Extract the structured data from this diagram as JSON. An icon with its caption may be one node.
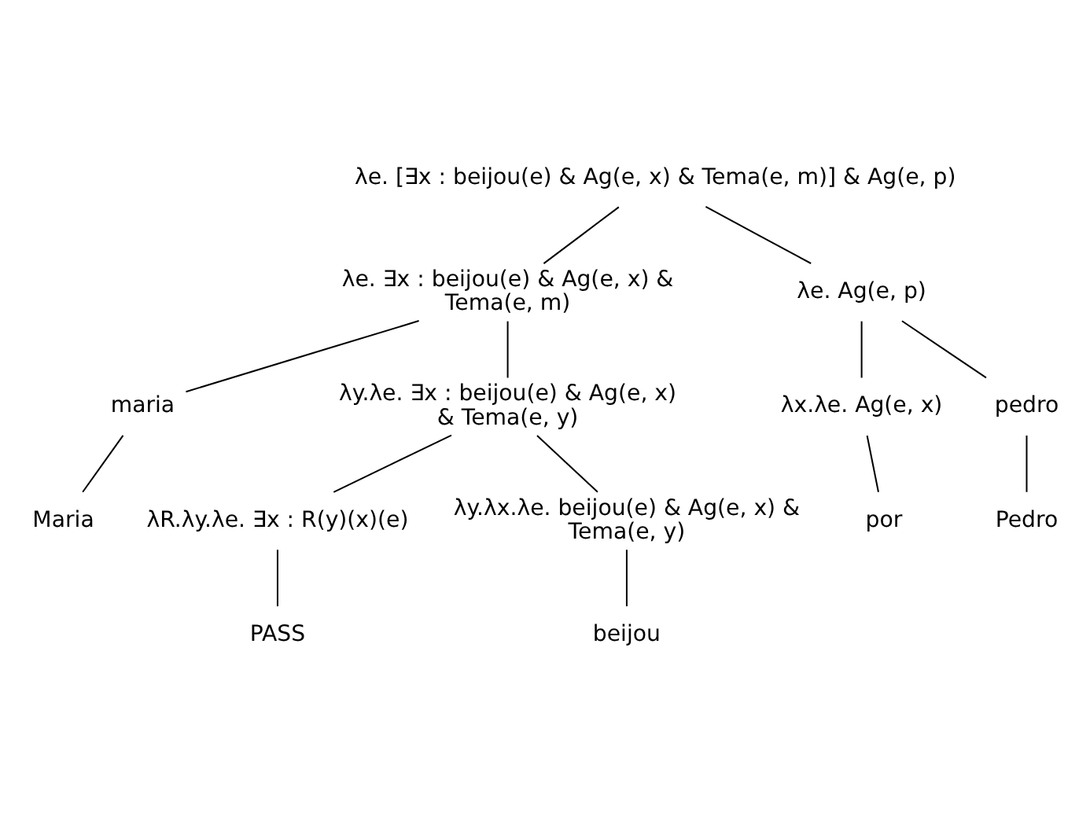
{
  "diagram": {
    "nodes": [
      {
        "text": [
          "λe. [∃x : beijou(e) & Ag(e, x) & Tema(e, m)] & Ag(e, p)"
        ]
      },
      {
        "text": [
          "λe. ∃x : beijou(e) & Ag(e, x) & Tema(e, m)"
        ]
      },
      {
        "text": [
          "λe. Ag(e, p)"
        ]
      },
      {
        "text": [
          "maria"
        ]
      },
      {
        "text": [
          "λy.λe. ∃x : beijou(e) & Ag(e, x) & Tema(e, y)"
        ]
      },
      {
        "text": [
          "λx.λe. Ag(e, x)"
        ]
      },
      {
        "text": [
          "pedro"
        ]
      },
      {
        "text": [
          "Maria"
        ]
      },
      {
        "text": [
          "λR.λy.λe. ∃x : R(y)(x)(e)"
        ]
      },
      {
        "text": [
          "λy.λx.λe. beijou(e) & Ag(e, x) & Tema(e, y)"
        ]
      },
      {
        "text": [
          "por"
        ]
      },
      {
        "text": [
          "Pedro"
        ]
      },
      {
        "text": [
          "PASS"
        ]
      },
      {
        "text": [
          "beijou"
        ]
      }
    ],
    "edges": [
      {
        "from": 0,
        "to": 1,
        "arrow": "none"
      },
      {
        "from": 0,
        "to": 2,
        "arrow": "none"
      },
      {
        "from": 1,
        "to": 3,
        "arrow": "none"
      },
      {
        "from": 1,
        "to": 4,
        "arrow": "none"
      },
      {
        "from": 2,
        "to": 5,
        "arrow": "none"
      },
      {
        "from": 2,
        "to": 6,
        "arrow": "none"
      },
      {
        "from": 3,
        "to": 7,
        "arrow": "none"
      },
      {
        "from": 4,
        "to": 8,
        "arrow": "none"
      },
      {
        "from": 4,
        "to": 9,
        "arrow": "none"
      },
      {
        "from": 5,
        "to": 10,
        "arrow": "none"
      },
      {
        "from": 6,
        "to": 11,
        "arrow": "none"
      },
      {
        "from": 8,
        "to": 12,
        "arrow": "none"
      },
      {
        "from": 9,
        "to": 13,
        "arrow": "none"
      }
    ]
  }
}
